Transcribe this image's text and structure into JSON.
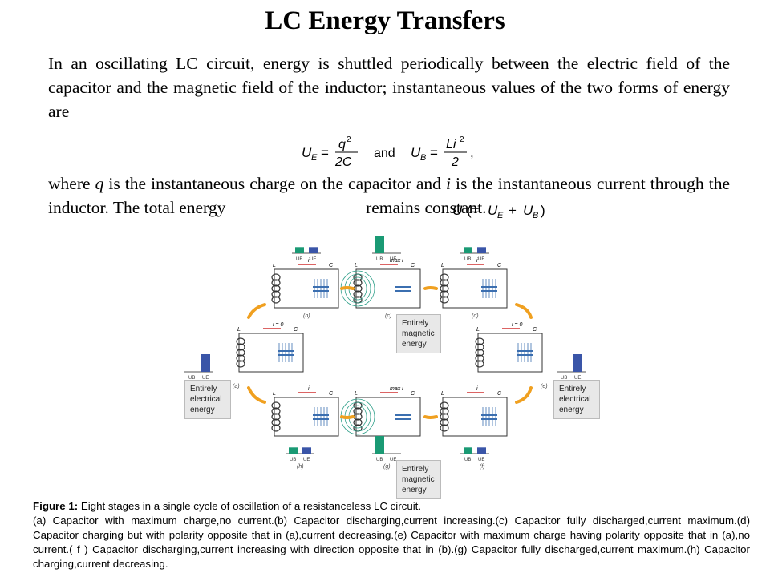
{
  "title": "LC Energy Transfers",
  "paragraph1": "In an oscillating LC circuit, energy is shuttled periodically between the electric field of the capacitor and the magnetic field of the inductor; instantaneous values of the two forms of energy are",
  "equation": {
    "ue_lhs": "U",
    "ue_sub": "E",
    "ue_num": "q",
    "ue_num_sup": "2",
    "ue_den": "2C",
    "and": "and",
    "ub_lhs": "U",
    "ub_sub": "B",
    "ub_num": "Li",
    "ub_num_sup": "2",
    "ub_den": "2"
  },
  "paragraph2": {
    "part1": "where ",
    "q": "q",
    "part2": " is the instantaneous charge on the capacitor and ",
    "i": "i",
    "part3": " is the instantaneous current through the inductor. The total energy ",
    "inline_eq": "U (= UE + UB)",
    "part4": " remains constant."
  },
  "figure": {
    "stages": [
      "(a)",
      "(b)",
      "(c)",
      "(d)",
      "(e)",
      "(f)",
      "(g)",
      "(h)"
    ],
    "labels": {
      "L": "L",
      "C": "C",
      "i": "i",
      "i0": "i = 0",
      "maxi": "max i",
      "UB": "UB",
      "UE": "UE"
    },
    "boxes": {
      "mag_top": [
        "Entirely",
        "magnetic",
        "energy"
      ],
      "mag_bottom": [
        "Entirely",
        "magnetic",
        "energy"
      ],
      "elec_left": [
        "Entirely",
        "electrical",
        "energy"
      ],
      "elec_right": [
        "Entirely",
        "electrical",
        "energy"
      ]
    },
    "colors": {
      "ub": "#1a9a74",
      "ue": "#3a55a8",
      "arrow": "#f0a020",
      "current": "#d03030",
      "field": "#30a08a"
    }
  },
  "caption": {
    "label": "Figure 1:",
    "lead": " Eight stages in a single cycle of oscillation of a resistanceless LC circuit.",
    "body": "(a) Capacitor with maximum charge,no current.(b) Capacitor discharging,current increasing.(c) Capacitor fully discharged,current maximum.(d) Capacitor charging but with polarity opposite that in (a),current decreasing.(e) Capacitor with maximum charge having polarity opposite that in (a),no current.( f ) Capacitor discharging,current increasing with direction opposite that in (b).(g) Capacitor fully discharged,current maximum.(h) Capacitor charging,current decreasing."
  }
}
